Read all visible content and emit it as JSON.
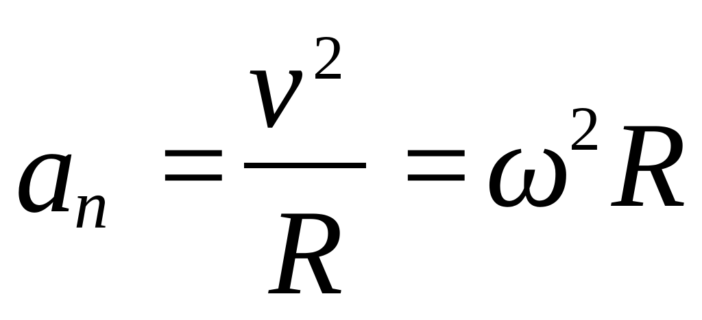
{
  "equation": {
    "lhs_symbol": "a",
    "lhs_subscript": "n",
    "equals_1": "=",
    "numerator_symbol": "v",
    "numerator_exponent": "2",
    "denominator_symbol": "R",
    "equals_2": "=",
    "omega_symbol": "ω",
    "omega_exponent": "2",
    "rhs_symbol": "R"
  }
}
